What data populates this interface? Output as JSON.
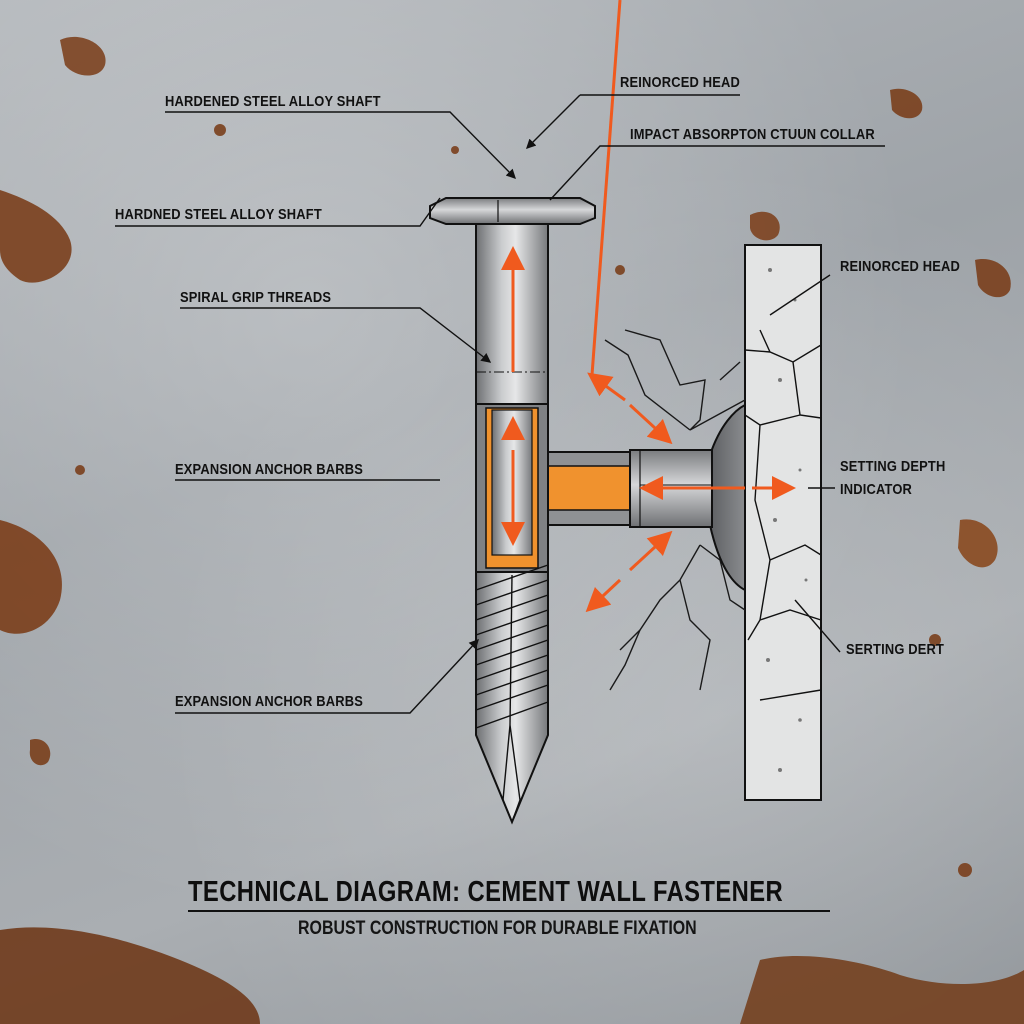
{
  "diagram": {
    "title": "TECHNICAL DIAGRAM: CEMENT WALL FASTENER",
    "subtitle": "ROBUST CONSTRUCTION FOR DURABLE FIXATION",
    "accent_color": "#f05a1e",
    "core_color": "#f0922e",
    "background": "rusted brushed steel",
    "labels": {
      "left": [
        {
          "id": "l1",
          "text": "HARDENED STEEL ALLOY SHAFT"
        },
        {
          "id": "l2",
          "text": "HARDNED STEEL ALLOY SHAFT"
        },
        {
          "id": "l3",
          "text": "SPIRAL GRIP THREADS"
        },
        {
          "id": "l4",
          "text": "EXPANSION ANCHOR BARBS"
        },
        {
          "id": "l5",
          "text": "EXPANSION ANCHOR BARBS"
        }
      ],
      "right": [
        {
          "id": "r1",
          "text": "REINORCED HEAD"
        },
        {
          "id": "r2",
          "text": "IMPACT ABSORPTON CTUUN COLLAR"
        },
        {
          "id": "r3",
          "text": "REINORCED HEAD"
        },
        {
          "id": "r4_line1",
          "text": "SETTING DEPTH"
        },
        {
          "id": "r4_line2",
          "text": "INDICATOR"
        },
        {
          "id": "r5",
          "text": "SERTING DERT"
        }
      ]
    },
    "components": [
      "fastener-head",
      "shaft",
      "orange-expansion-core",
      "spiral-threads",
      "pointed-tip",
      "lateral-anchor-sleeve",
      "concrete-wall",
      "cracks",
      "force-arrows"
    ]
  }
}
